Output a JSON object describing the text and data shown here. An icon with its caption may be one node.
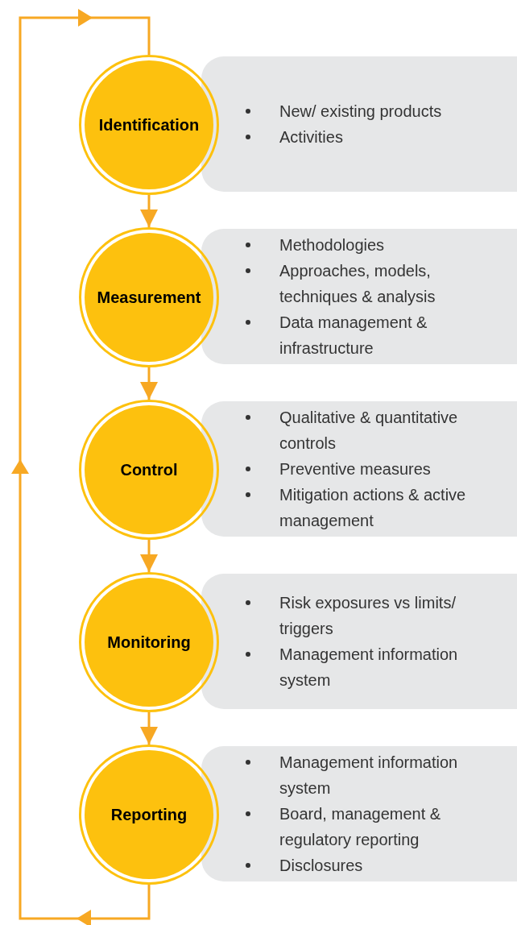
{
  "diagram": {
    "nodes": [
      {
        "text": [
          "Identification"
        ]
      },
      {
        "text": [
          "New/ existing products",
          "Activities"
        ]
      },
      {
        "text": [
          "Measurement"
        ]
      },
      {
        "text": [
          "Methodologies",
          "Approaches, models, techniques & analysis",
          "Data management & infrastructure"
        ]
      },
      {
        "text": [
          "Control"
        ]
      },
      {
        "text": [
          "Qualitative & quantitative controls",
          "Preventive measures",
          "Mitigation actions & active management"
        ]
      },
      {
        "text": [
          "Monitoring"
        ]
      },
      {
        "text": [
          "Risk exposures vs limits/ triggers",
          "Management information system"
        ]
      },
      {
        "text": [
          "Reporting"
        ]
      },
      {
        "text": [
          "Management information system",
          "Board, management & regulatory reporting",
          "Disclosures"
        ]
      }
    ],
    "edges": [
      {
        "from": 0,
        "to": 2,
        "arrow": "to"
      },
      {
        "from": 2,
        "to": 4,
        "arrow": "to"
      },
      {
        "from": 4,
        "to": 6,
        "arrow": "to"
      },
      {
        "from": 6,
        "to": 8,
        "arrow": "to"
      },
      {
        "from": 8,
        "to": 0,
        "arrow": "to"
      }
    ]
  }
}
